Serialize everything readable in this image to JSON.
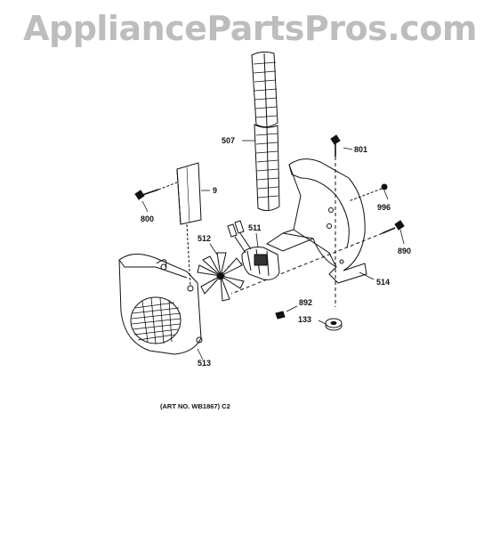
{
  "watermark": "AppliancePartsPros.com",
  "art_note": "(ART NO. WB1867) C2",
  "parts": {
    "p507": "507",
    "p801": "801",
    "p9": "9",
    "p996": "996",
    "p800": "800",
    "p511": "511",
    "p512": "512",
    "p890": "890",
    "p514": "514",
    "p892": "892",
    "p133": "133",
    "p513": "513"
  }
}
